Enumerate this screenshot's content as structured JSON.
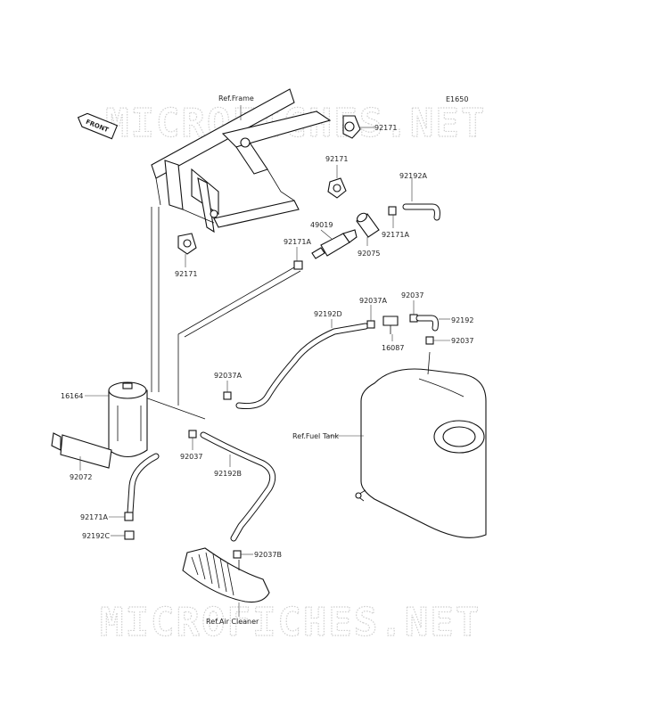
{
  "diagram_code": "E1650",
  "watermark": "MICROFICHES.NET",
  "front_badge": "FRONT",
  "references": {
    "frame": "Ref.Frame",
    "fuel_tank": "Ref.Fuel Tank",
    "air_cleaner": "Ref.Air Cleaner"
  },
  "part_labels": {
    "p92171_top": "92171",
    "p92171_mid": "92171",
    "p92171_left": "92171",
    "p92192A": "92192A",
    "p92171A_right": "92171A",
    "p49019": "49019",
    "p92171A_mid": "92171A",
    "p92075": "92075",
    "p92037A_top": "92037A",
    "p92037_top": "92037",
    "p92192": "92192",
    "p92192D": "92192D",
    "p16087": "16087",
    "p92037_right": "92037",
    "p92037A_left": "92037A",
    "p16164": "16164",
    "p92037_mid": "92037",
    "p92192B": "92192B",
    "p92072": "92072",
    "p92171A_low": "92171A",
    "p92192C": "92192C",
    "p92037B": "92037B"
  }
}
